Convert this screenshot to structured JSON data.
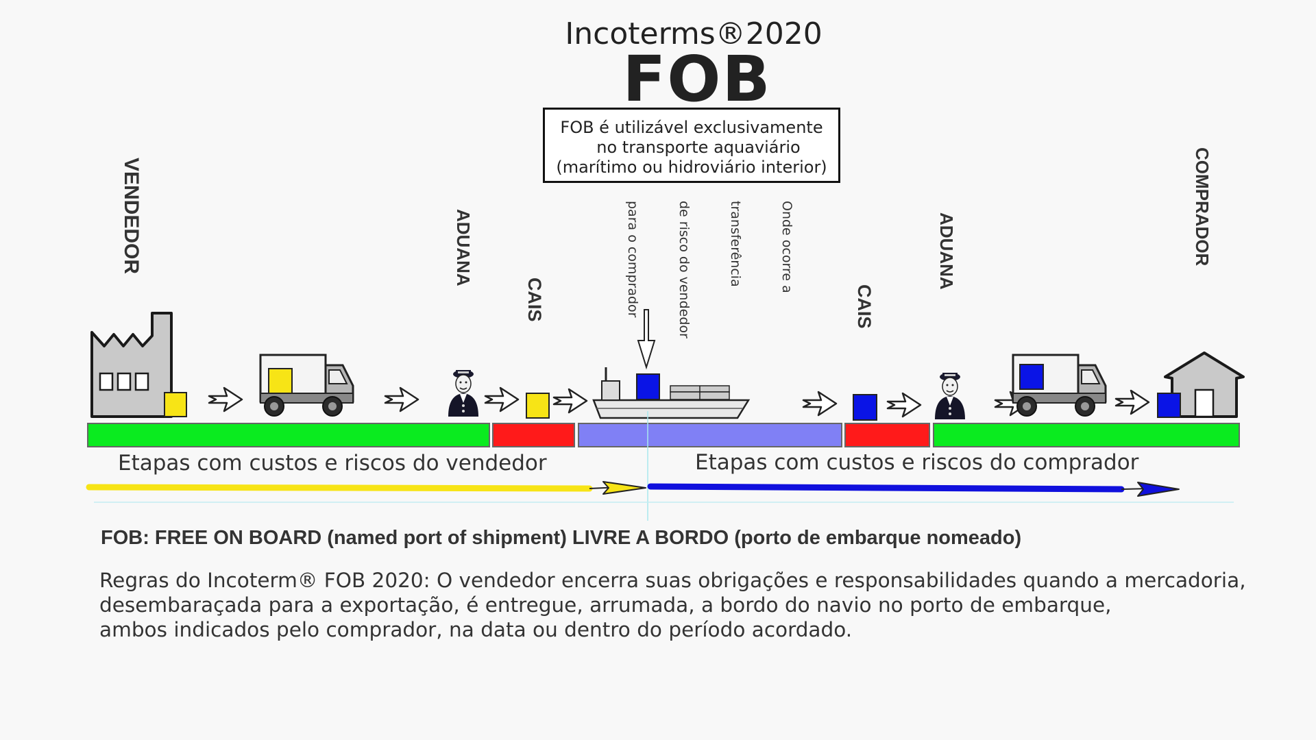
{
  "header": {
    "subtitle": "Incoterms®2020",
    "title": "FOB"
  },
  "note_box": {
    "lines": [
      "FOB é utilizável exclusivamente",
      "no transporte aquaviário",
      "(marítimo ou hidroviário interior)"
    ]
  },
  "risk_note": {
    "lines": [
      "Onde ocorre a",
      "transferência",
      "de risco do vendedor",
      "para o comprador"
    ]
  },
  "stage_labels": {
    "seller": "VENDEDOR",
    "export_customs": "ADUANA",
    "export_quay": "CAIS",
    "import_quay": "CAIS",
    "import_customs": "ADUANA",
    "buyer": "COMPRADOR"
  },
  "legend": {
    "seller_side": "Etapas com custos e riscos do vendedor",
    "buyer_side": "Etapas com custos e riscos do comprador"
  },
  "colors": {
    "seller_cost": "#0aeb1f",
    "quay": "#ff1a1a",
    "transport": "#8080f5",
    "seller_goods": "#f7e416",
    "buyer_goods": "#0a14e6",
    "seller_arrow": "#f7e416",
    "buyer_arrow": "#1010dd"
  },
  "icons": [
    "factory-icon",
    "truck-icon",
    "customs-officer-icon",
    "ship-icon",
    "warehouse-icon",
    "arrow-icon"
  ],
  "definition": "FOB: FREE ON BOARD (named port of shipment) LIVRE A BORDO (porto de embarque nomeado)",
  "rule_text": {
    "lines": [
      "Regras do Incoterm® FOB 2020: O vendedor encerra suas obrigações e responsabilidades quando a mercadoria,",
      "desembaraçada para a exportação, é entregue, arrumada, a bordo do navio no porto de embarque,",
      "ambos indicados pelo comprador, na data ou dentro do período acordado."
    ]
  }
}
